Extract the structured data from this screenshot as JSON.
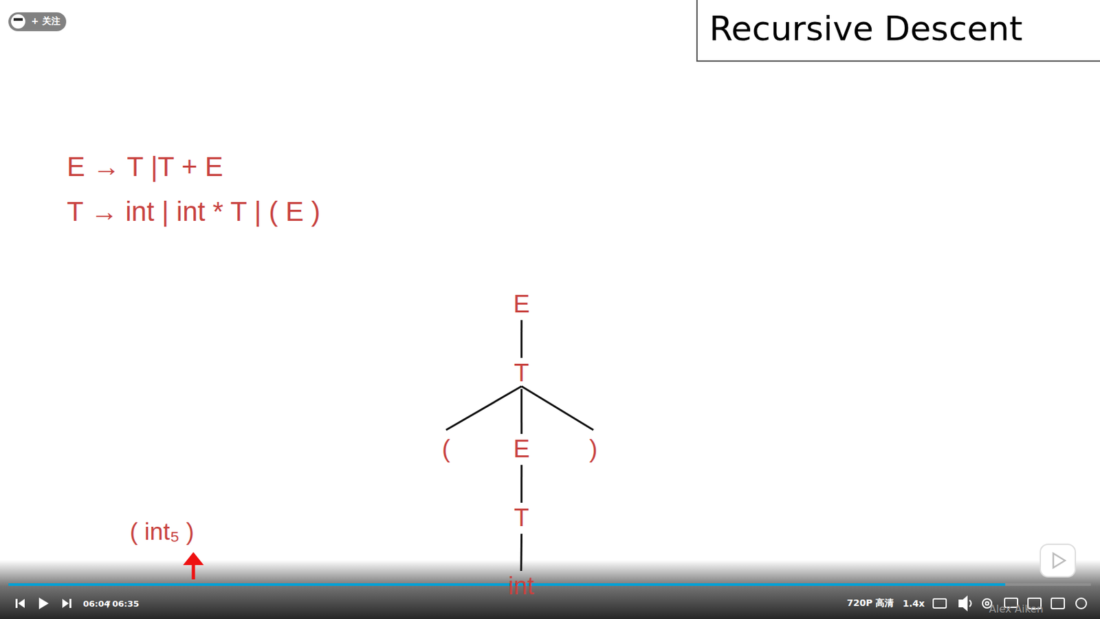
{
  "diagram": {
    "title": "Recursive Descent",
    "nodes": [
      {
        "text": [
          "E"
        ]
      },
      {
        "text": [
          "T"
        ]
      },
      {
        "text": [
          "("
        ]
      },
      {
        "text": [
          "E"
        ]
      },
      {
        "text": [
          ")"
        ]
      },
      {
        "text": [
          "T"
        ]
      },
      {
        "text": [
          "int"
        ]
      }
    ],
    "edges": [
      {
        "from": 0,
        "to": 1,
        "arrow": "none"
      },
      {
        "from": 1,
        "to": 2,
        "arrow": "none"
      },
      {
        "from": 1,
        "to": 3,
        "arrow": "none"
      },
      {
        "from": 1,
        "to": 4,
        "arrow": "none"
      },
      {
        "from": 3,
        "to": 5,
        "arrow": "none"
      },
      {
        "from": 5,
        "to": 6,
        "arrow": "none"
      }
    ],
    "labels": [
      "E → T |T + E",
      "T → int | int * T | ( E )",
      "( int₅ )",
      "+ 关注",
      "06:04",
      "/",
      "06:35",
      "720P 高清",
      "1.4x",
      "Alex Aiken"
    ]
  }
}
